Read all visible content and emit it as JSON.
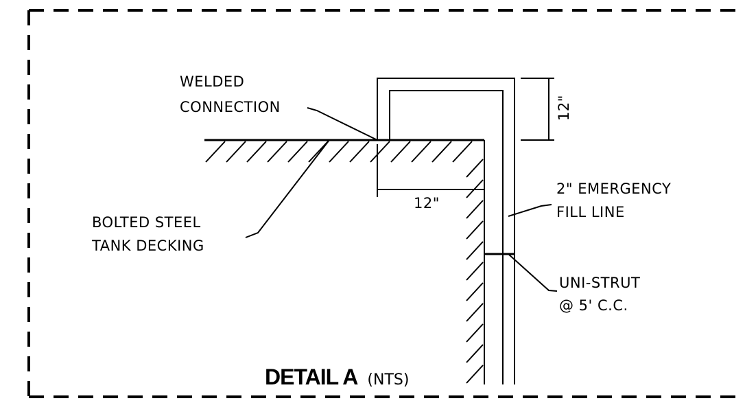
{
  "detail": {
    "title": "DETAIL A",
    "scale_note": "(NTS)"
  },
  "labels": {
    "welded_line1": "WELDED",
    "welded_line2": "CONNECTION",
    "decking_line1": "BOLTED STEEL",
    "decking_line2": "TANK DECKING",
    "fill_line1": "2\" EMERGENCY",
    "fill_line2": "FILL LINE",
    "strut_line1": "UNI-STRUT",
    "strut_line2": "@ 5' C.C."
  },
  "dimensions": {
    "vertical": "12\"",
    "horizontal": "12\""
  }
}
